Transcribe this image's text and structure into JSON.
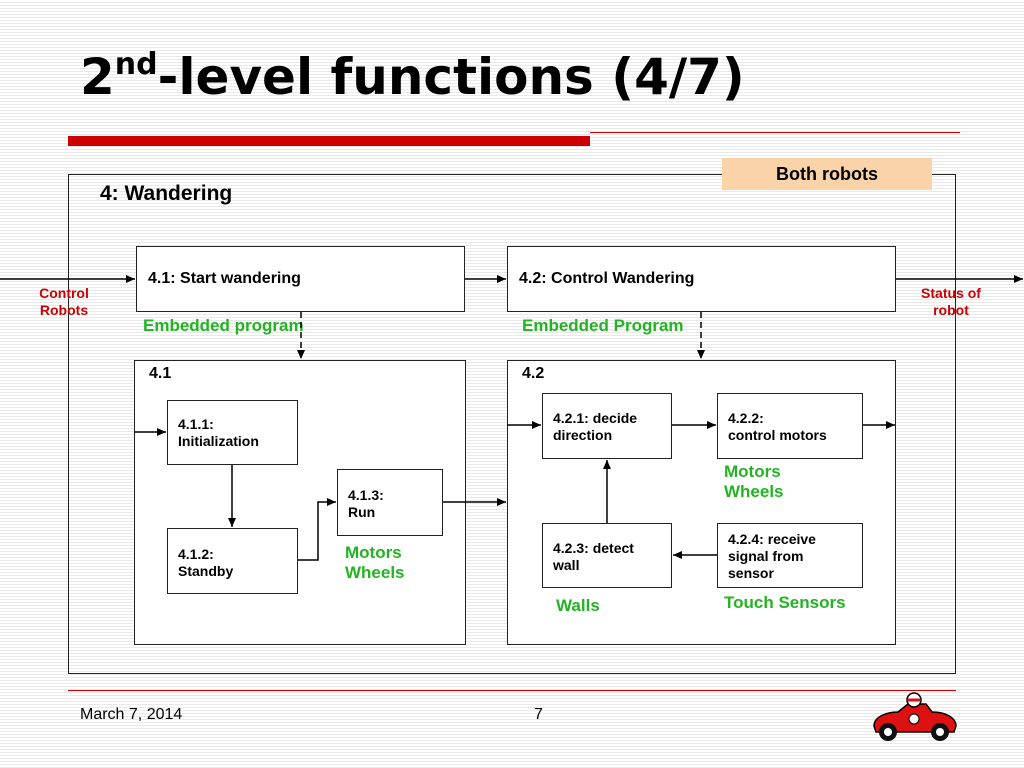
{
  "slide": {
    "title_main": "2",
    "title_sup": "nd",
    "title_rest": "-level functions (4/7)",
    "badge": "Both robots",
    "frame_label": "4: Wandering",
    "input_label_line1": "Control",
    "input_label_line2": "Robots",
    "output_label_line1": "Status of",
    "output_label_line2": "robot",
    "box_41": "4.1: Start wandering",
    "box_42": "4.2: Control Wandering",
    "note_41": "Embedded program",
    "note_42": "Embedded Program",
    "group_41": "4.1",
    "group_42": "4.2",
    "box_411_line1": "4.1.1:",
    "box_411_line2": "Initialization",
    "box_412_line1": "4.1.2:",
    "box_412_line2": "Standby",
    "box_413_line1": "4.1.3:",
    "box_413_line2": "Run",
    "note_413_line1": "Motors",
    "note_413_line2": "Wheels",
    "box_421_line1": "4.2.1: decide",
    "box_421_line2": "direction",
    "box_422_line1": "4.2.2:",
    "box_422_line2": "control motors",
    "note_422_line1": "Motors",
    "note_422_line2": "Wheels",
    "box_423_line1": "4.2.3: detect",
    "box_423_line2": "wall",
    "note_423": "Walls",
    "box_424_line1": "4.2.4: receive",
    "box_424_line2": "signal from",
    "box_424_line3": "sensor",
    "note_424": "Touch Sensors"
  },
  "footer": {
    "date": "March 7, 2014",
    "page_number": "7"
  },
  "colors": {
    "accent_red": "#cc0000",
    "note_green": "#22b422",
    "badge_fill": "#fbd3a8"
  },
  "icons": {
    "footer_logo": "race-car-icon"
  }
}
